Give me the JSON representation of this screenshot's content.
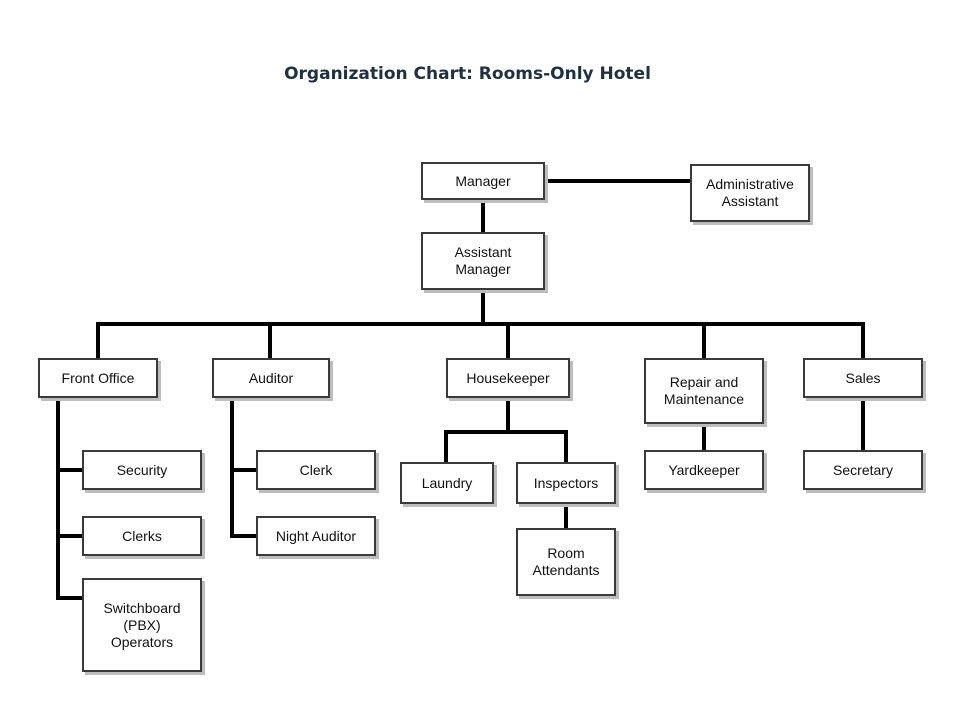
{
  "title": "Organization Chart: Rooms-Only Hotel",
  "line_color": "#000000",
  "nodes": {
    "manager": "Manager",
    "administrative_assistant": "Administrative\nAssistant",
    "assistant_manager": "Assistant\nManager",
    "front_office": "Front Office",
    "auditor": "Auditor",
    "housekeeper": "Housekeeper",
    "repair_maintenance": "Repair and\nMaintenance",
    "sales": "Sales",
    "security": "Security",
    "clerks": "Clerks",
    "switchboard": "Switchboard\n(PBX)\nOperators",
    "clerk": "Clerk",
    "night_auditor": "Night Auditor",
    "laundry": "Laundry",
    "inspectors": "Inspectors",
    "room_attendants": "Room\nAttendants",
    "yardkeeper": "Yardkeeper",
    "secretary": "Secretary"
  }
}
